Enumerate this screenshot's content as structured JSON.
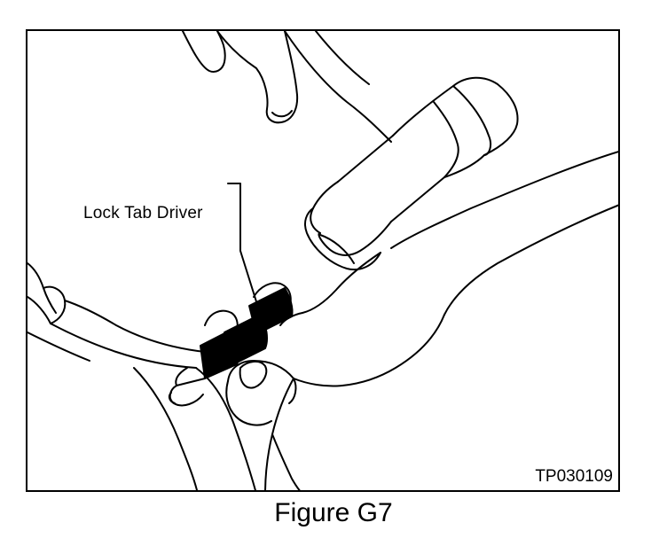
{
  "figure": {
    "callout_label": "Lock Tab Driver",
    "reference_code": "TP030109",
    "caption": "Figure G7"
  }
}
